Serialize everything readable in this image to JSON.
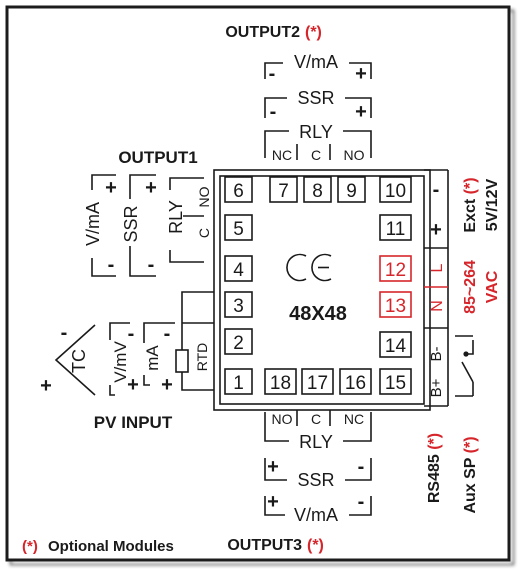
{
  "colors": {
    "ink": "#1a1a1a",
    "accent": "#d6262b",
    "frame_fill": "#ffffff"
  },
  "icons": [
    "ce-mark",
    "thermocouple-icon",
    "rtd-resistor-icon",
    "aux-switch-icon"
  ],
  "device": {
    "size_label": "48X48",
    "ce_mark": "CE"
  },
  "terminals": [
    "1",
    "2",
    "3",
    "4",
    "5",
    "6",
    "7",
    "8",
    "9",
    "10",
    "11",
    "12",
    "13",
    "14",
    "15",
    "16",
    "17",
    "18"
  ],
  "output2": {
    "title": "OUTPUT2",
    "optional_mark": "(*)",
    "vma": "V/mA",
    "ssr": "SSR",
    "rly": "RLY",
    "nc": "NC",
    "c": "C",
    "no": "NO",
    "plus": "+",
    "minus": "-"
  },
  "output1": {
    "title": "OUTPUT1",
    "vma": "V/mA",
    "ssr": "SSR",
    "rly": "RLY",
    "no": "NO",
    "c": "C",
    "plus": "+",
    "minus": "-"
  },
  "output3": {
    "title": "OUTPUT3",
    "optional_mark": "(*)",
    "vma": "V/mA",
    "ssr": "SSR",
    "rly": "RLY",
    "nc": "NC",
    "c": "C",
    "no": "NO",
    "plus": "+",
    "minus": "-"
  },
  "pv_input": {
    "title": "PV INPUT",
    "tc": "TC",
    "vmv": "V/mV",
    "ma": "mA",
    "rtd": "RTD",
    "plus": "+",
    "minus": "-"
  },
  "excitation": {
    "label": "Exct (*)",
    "voltages": "5V/12V",
    "minus": "-",
    "plus": "+"
  },
  "power": {
    "range": "85~264",
    "unit": "VAC",
    "l": "L",
    "n": "N"
  },
  "rs485": {
    "label": "RS485 (*)",
    "b_plus": "B+",
    "b_minus": "B-"
  },
  "aux_sp": {
    "label": "Aux SP (*)"
  },
  "footnote": {
    "mark": "(*)",
    "text": "Optional Modules"
  }
}
